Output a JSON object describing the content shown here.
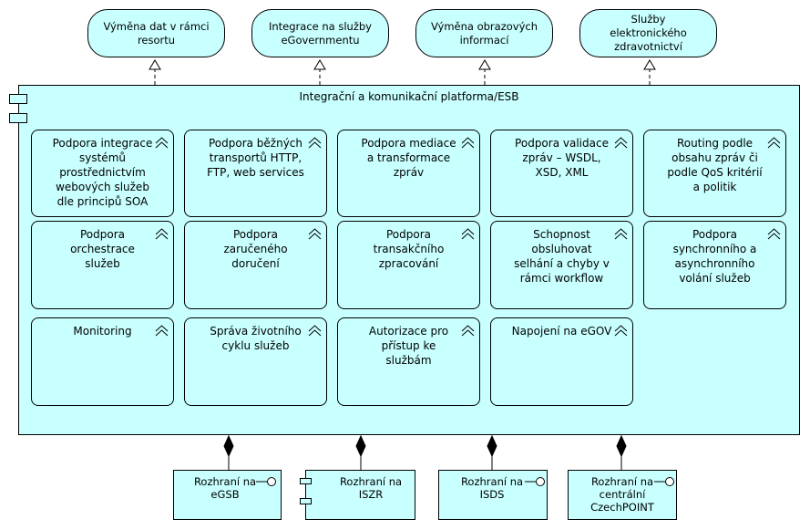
{
  "services": [
    "Výměna dat v rámci resortu",
    "Integrace na služby eGovernmentu",
    "Výměna obrazových informací",
    "Služby elektronického zdravotnictví"
  ],
  "platform": {
    "title": "Integrační a komunikační platforma/ESB"
  },
  "functions": [
    "Podpora integrace systémů prostřednictvím webových služeb dle principů SOA",
    "Podpora běžných transportů HTTP, FTP, web services",
    "Podpora mediace a transformace zpráv",
    "Podpora validace zpráv – WSDL, XSD, XML",
    "Routing podle obsahu zpráv či podle QoS kritérií a politik",
    "Podpora orchestrace služeb",
    "Podpora zaručeného doručení",
    "Podpora transakčního zpracování",
    "Schopnost obsluhovat selhání a chyby v rámci workflow",
    "Podpora synchronního a asynchronního volání služeb",
    "Monitoring",
    "Správa životního cyklu služeb",
    "Autorizace pro přístup ke službám",
    "Napojení na eGOV"
  ],
  "interfaces": [
    "Rozhraní na eGSB",
    "Rozhraní na ISZR",
    "Rozhraní na ISDS",
    "Rozhraní na centrální CzechPOINT"
  ],
  "colors": {
    "fill": "#c8ffff",
    "stroke": "#000000"
  }
}
